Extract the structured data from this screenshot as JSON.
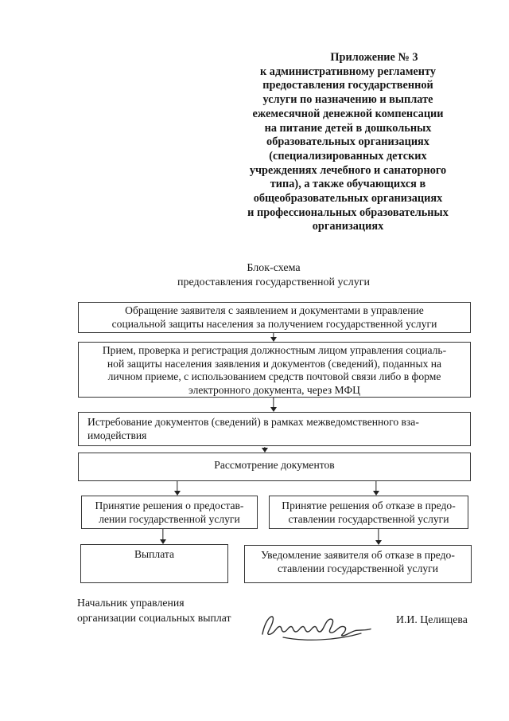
{
  "appendix": {
    "first_line": "Приложение № 3",
    "rest": "к административному регламенту\nпредоставления государственной\nуслуги по назначению и выплате\nежемесячной денежной компенсации\nна питание детей в дошкольных\nобразовательных организациях\n(специализированных детских\nучреждениях лечебного и санаторного\nтипа), а также обучающихся в\nобщеобразовательных организациях\nи профессиональных образовательных\nорганизациях"
  },
  "title": "Блок-схема\nпредоставления государственной услуги",
  "flowchart": {
    "box_application": "Обращение заявителя с заявлением и документами в управление\nсоциальной защиты населения за получением государственной услуги",
    "box_reception": "Прием, проверка и регистрация должностным лицом управления социаль-\nной защиты населения заявления и документов (сведений), поданных на\nличном приеме, с использованием средств почтовой связи либо в форме\nэлектронного документа, через МФЦ",
    "box_request": "Истребование документов (сведений) в рамках межведомственного вза-\nимодействия",
    "box_review": "Рассмотрение документов",
    "box_decision_grant": "Принятие решения о предостав-\nлении государственной услуги",
    "box_decision_refuse": "Принятие решения об отказе в предо-\nставлении государственной услуги",
    "box_payment": "Выплата",
    "box_notice": "Уведомление заявителя об отказе в предо-\nставлении государственной услуги"
  },
  "signoff": {
    "position": "Начальник управления\nорганизации социальных выплат",
    "name": "И.И. Целищева"
  }
}
